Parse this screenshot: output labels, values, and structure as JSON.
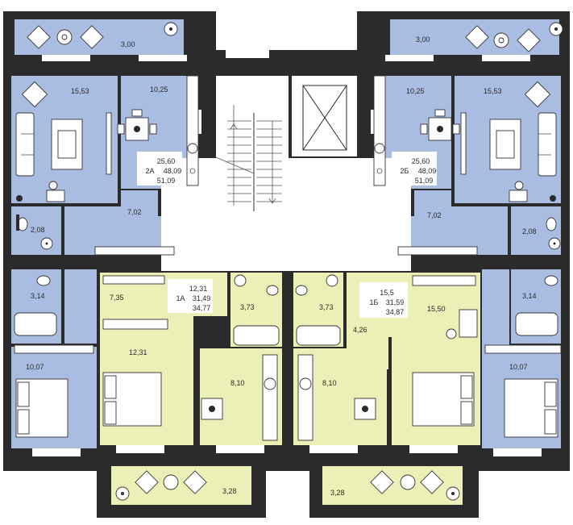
{
  "apartments": [
    {
      "id": "left-blue",
      "label": "2А",
      "values": [
        "25,60",
        "48,09",
        "51,09"
      ]
    },
    {
      "id": "right-blue",
      "label": "2Б",
      "values": [
        "25,60",
        "48,09",
        "51,09"
      ]
    },
    {
      "id": "left-yellow",
      "label": "1А",
      "values": [
        "12,31",
        "31,49",
        "34,77"
      ]
    },
    {
      "id": "right-yellow",
      "label": "1Б",
      "values": [
        "15,5",
        "31,59",
        "34,87"
      ]
    }
  ],
  "rooms": {
    "balcony_top_left": "3,00",
    "balcony_top_right": "3,00",
    "living_left": "15,53",
    "living_right": "15,53",
    "kitchen_left": "10,25",
    "kitchen_right": "10,25",
    "hall_left": "7,02",
    "hall_right": "7,02",
    "bath_left": "2,08",
    "bath_right": "2,08",
    "wc_left": "3,14",
    "wc_right": "3,14",
    "bedroom_left": "10,07",
    "bedroom_right": "10,07",
    "hall_1a": "7,35",
    "bed_1a": "12,31",
    "bath_1a": "3,73",
    "kitchen_1a": "8,10",
    "bath_1b": "3,73",
    "hall_1b": "4,26",
    "living_1b": "15,50",
    "kitchen_1b": "8,10",
    "balcony_bottom_left": "3,28",
    "balcony_bottom_right": "3,28"
  }
}
